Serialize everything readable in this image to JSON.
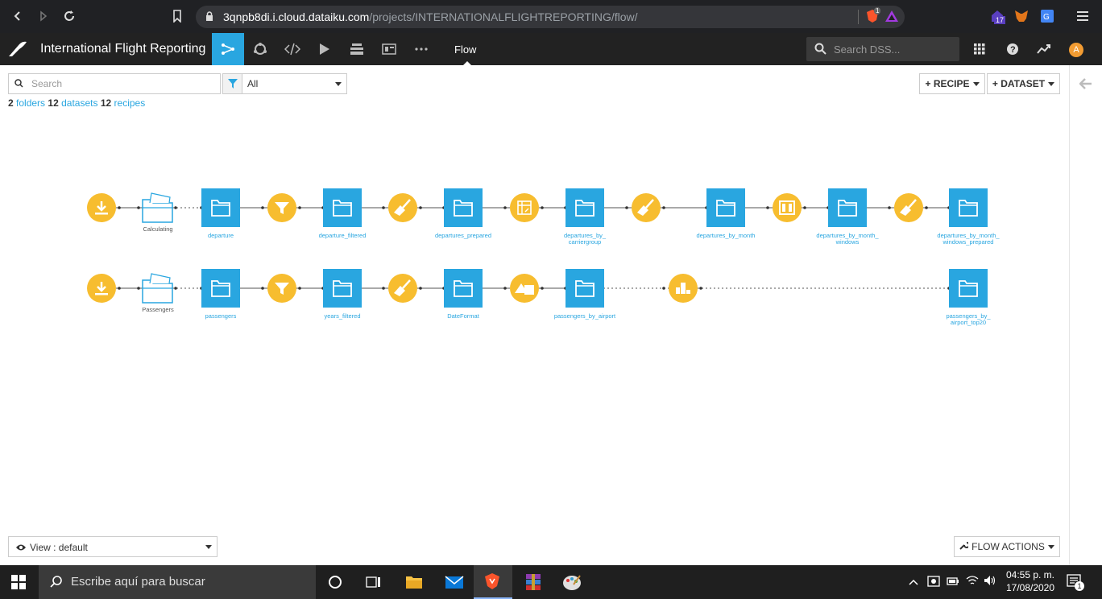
{
  "browser": {
    "url_host": "3qnpb8di.i.cloud.dataiku.com",
    "url_path": "/projects/INTERNATIONALFLIGHTREPORTING/flow/",
    "ext_badge_brave": "1",
    "ext_badge_purple": "17"
  },
  "dss": {
    "project_title": "International Flight Reporting",
    "current_view": "Flow",
    "search_placeholder": "Search DSS...",
    "avatar_letter": "A",
    "nav_icons": [
      "flow-icon",
      "lab-icon",
      "code-icon",
      "jobs-icon",
      "dashboard-icon",
      "wiki-icon",
      "more-icon"
    ]
  },
  "toolbar": {
    "search_placeholder": "Search",
    "filter_value": "All",
    "counts": {
      "folders_num": "2",
      "folders_label": "folders",
      "datasets_num": "12",
      "datasets_label": "datasets",
      "recipes_num": "12",
      "recipes_label": "recipes"
    },
    "recipe_button": "+ RECIPE",
    "dataset_button": "+ DATASET"
  },
  "flow": {
    "row1": [
      {
        "kind": "recipe",
        "icon": "download-icon",
        "label": ""
      },
      {
        "kind": "folder",
        "label": "Calculating"
      },
      {
        "kind": "dataset",
        "label": "departure"
      },
      {
        "kind": "recipe",
        "icon": "filter-icon",
        "label": ""
      },
      {
        "kind": "dataset",
        "label": "departure_filtered"
      },
      {
        "kind": "recipe",
        "icon": "prepare-icon",
        "label": ""
      },
      {
        "kind": "dataset",
        "label": "departures_prepared"
      },
      {
        "kind": "recipe",
        "icon": "pivot-icon",
        "label": ""
      },
      {
        "kind": "dataset",
        "label1": "departures_by_",
        "label2": "carriergroup"
      },
      {
        "kind": "recipe",
        "icon": "prepare-icon",
        "label": ""
      },
      {
        "kind": "dataset",
        "label": "departures_by_month"
      },
      {
        "kind": "recipe",
        "icon": "window-icon",
        "label": ""
      },
      {
        "kind": "dataset",
        "label1": "departures_by_month_",
        "label2": "windows"
      },
      {
        "kind": "recipe",
        "icon": "prepare-icon",
        "label": ""
      },
      {
        "kind": "dataset",
        "label1": "departures_by_month_",
        "label2": "windows_prepared"
      }
    ],
    "row2": [
      {
        "kind": "recipe",
        "icon": "download-icon",
        "label": ""
      },
      {
        "kind": "folder",
        "label": "Passengers"
      },
      {
        "kind": "dataset",
        "label": "passengers"
      },
      {
        "kind": "recipe",
        "icon": "filter-icon",
        "label": ""
      },
      {
        "kind": "dataset",
        "label": "years_filtered"
      },
      {
        "kind": "recipe",
        "icon": "prepare-icon",
        "label": ""
      },
      {
        "kind": "dataset",
        "label": "DateFormat"
      },
      {
        "kind": "recipe",
        "icon": "group-icon",
        "label": ""
      },
      {
        "kind": "dataset",
        "label": "passengers_by_airport"
      },
      {
        "kind": "recipe",
        "icon": "topn-icon",
        "label": ""
      },
      {
        "kind": "dataset",
        "label1": "passengers_by_",
        "label2": "airport_top20"
      }
    ]
  },
  "bottom": {
    "view_label": "View : default",
    "flow_actions": "FLOW ACTIONS"
  },
  "taskbar": {
    "search_placeholder": "Escribe aquí para buscar",
    "time": "04:55 p. m.",
    "date": "17/08/2020",
    "notif_count": "1"
  },
  "colors": {
    "dataset": "#29a6e0",
    "recipe": "#f7bd2f",
    "accent": "#29a6e0"
  }
}
